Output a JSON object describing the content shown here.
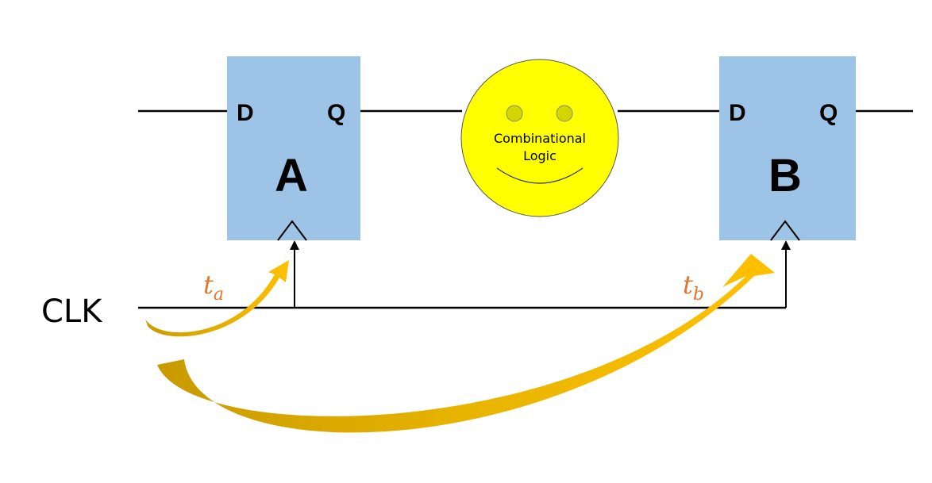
{
  "flipflop_a": {
    "d_label": "D",
    "q_label": "Q",
    "name": "A"
  },
  "flipflop_b": {
    "d_label": "D",
    "q_label": "Q",
    "name": "B"
  },
  "combinational": {
    "line1": "Combinational",
    "line2": "Logic"
  },
  "clock": {
    "label": "CLK"
  },
  "delays": {
    "a": {
      "base": "t",
      "sub": "a"
    },
    "b": {
      "base": "t",
      "sub": "b"
    }
  },
  "colors": {
    "flipflop_fill": "#9DC3E6",
    "logic_fill": "#FFFF00",
    "logic_eye": "#D4D400",
    "arrow_light": "#FFC000",
    "arrow_dark": "#C99A00",
    "delay_text": "#E07830"
  }
}
